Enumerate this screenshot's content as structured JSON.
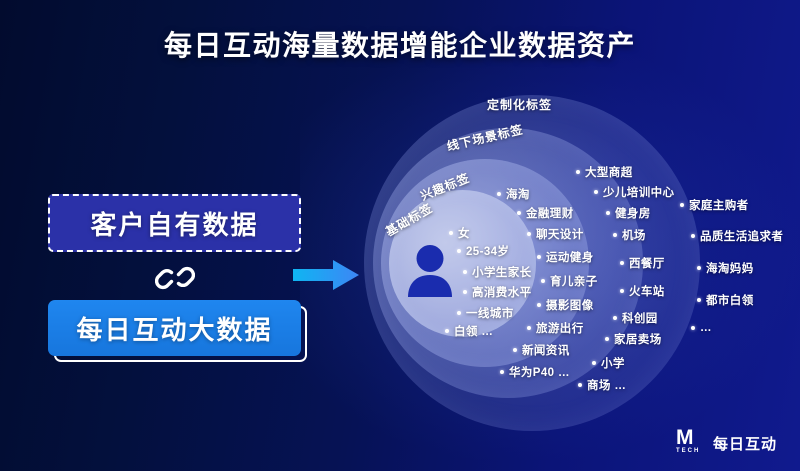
{
  "title": "每日互动海量数据增能企业数据资产",
  "colors": {
    "bg_dark": "#020b2e",
    "bg_light": "#101a8e",
    "accent_blue": "#1f86ef",
    "box_own_fill": "#2b31a8",
    "white": "#ffffff",
    "arrow_start": "#0fb5f2",
    "arrow_end": "#2f7ef0",
    "avatar": "#1a2cae"
  },
  "left_panel": {
    "own_data_label": "客户自有数据",
    "big_data_label": "每日互动大数据",
    "link_icon": "link-icon",
    "arrow_icon": "arrow-right-icon"
  },
  "diagram": {
    "rings": [
      {
        "id": "ring1",
        "label": "基础标签"
      },
      {
        "id": "ring2",
        "label": "兴趣标签"
      },
      {
        "id": "ring3",
        "label": "线下场景标签"
      },
      {
        "id": "ring4",
        "label": "定制化标签"
      }
    ],
    "avatar_icon": "user-avatar-icon",
    "columns": [
      {
        "ring": "基础标签",
        "tags": [
          "女",
          "25-34岁",
          "小学生家长",
          "高消费水平",
          "一线城市",
          "白领  …"
        ]
      },
      {
        "ring": "兴趣标签",
        "tags": [
          "海淘",
          "金融理财",
          "聊天设计",
          "运动健身",
          "育儿亲子",
          "摄影图像",
          "旅游出行",
          "新闻资讯",
          "华为P40  …"
        ]
      },
      {
        "ring": "线下场景标签",
        "tags": [
          "大型商超",
          "少儿培训中心",
          "健身房",
          "机场",
          "西餐厅",
          "火车站",
          "科创园",
          "家居卖场",
          "小学",
          "商场  …"
        ]
      },
      {
        "ring": "定制化标签",
        "tags": [
          "家庭主购者",
          "品质生活追求者",
          "海淘妈妈",
          "都市白领",
          "…"
        ]
      }
    ]
  },
  "logo": {
    "mark": "M",
    "sub": "TECH",
    "text": "每日互动"
  }
}
